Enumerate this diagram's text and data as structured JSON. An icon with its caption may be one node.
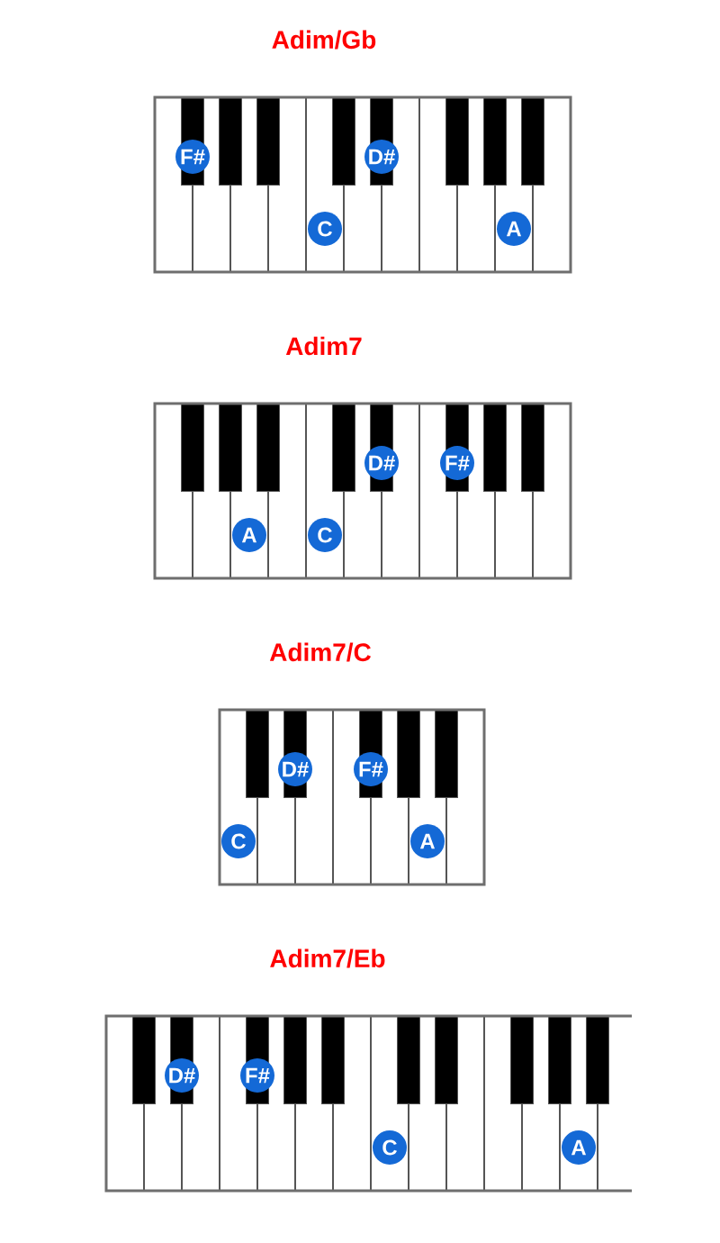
{
  "diagram": {
    "nodes": [
      {
        "text": [
          "Adim/Gb"
        ]
      },
      {
        "text": [
          "F#"
        ],
        "in": 0
      },
      {
        "text": [
          "D#"
        ],
        "in": 0
      },
      {
        "text": [
          "C"
        ],
        "in": 0
      },
      {
        "text": [
          "A"
        ],
        "in": 0
      },
      {
        "text": [
          "Adim7"
        ]
      },
      {
        "text": [
          "D#"
        ],
        "in": 5
      },
      {
        "text": [
          "F#"
        ],
        "in": 5
      },
      {
        "text": [
          "A"
        ],
        "in": 5
      },
      {
        "text": [
          "C"
        ],
        "in": 5
      },
      {
        "text": [
          "Adim7/C"
        ]
      },
      {
        "text": [
          "D#"
        ],
        "in": 10
      },
      {
        "text": [
          "F#"
        ],
        "in": 10
      },
      {
        "text": [
          "C"
        ],
        "in": 10
      },
      {
        "text": [
          "A"
        ],
        "in": 10
      },
      {
        "text": [
          "Adim7/Eb"
        ]
      },
      {
        "text": [
          "D#"
        ],
        "in": 15
      },
      {
        "text": [
          "F#"
        ],
        "in": 15
      },
      {
        "text": [
          "C"
        ],
        "in": 15
      },
      {
        "text": [
          "A"
        ],
        "in": 15
      }
    ]
  }
}
